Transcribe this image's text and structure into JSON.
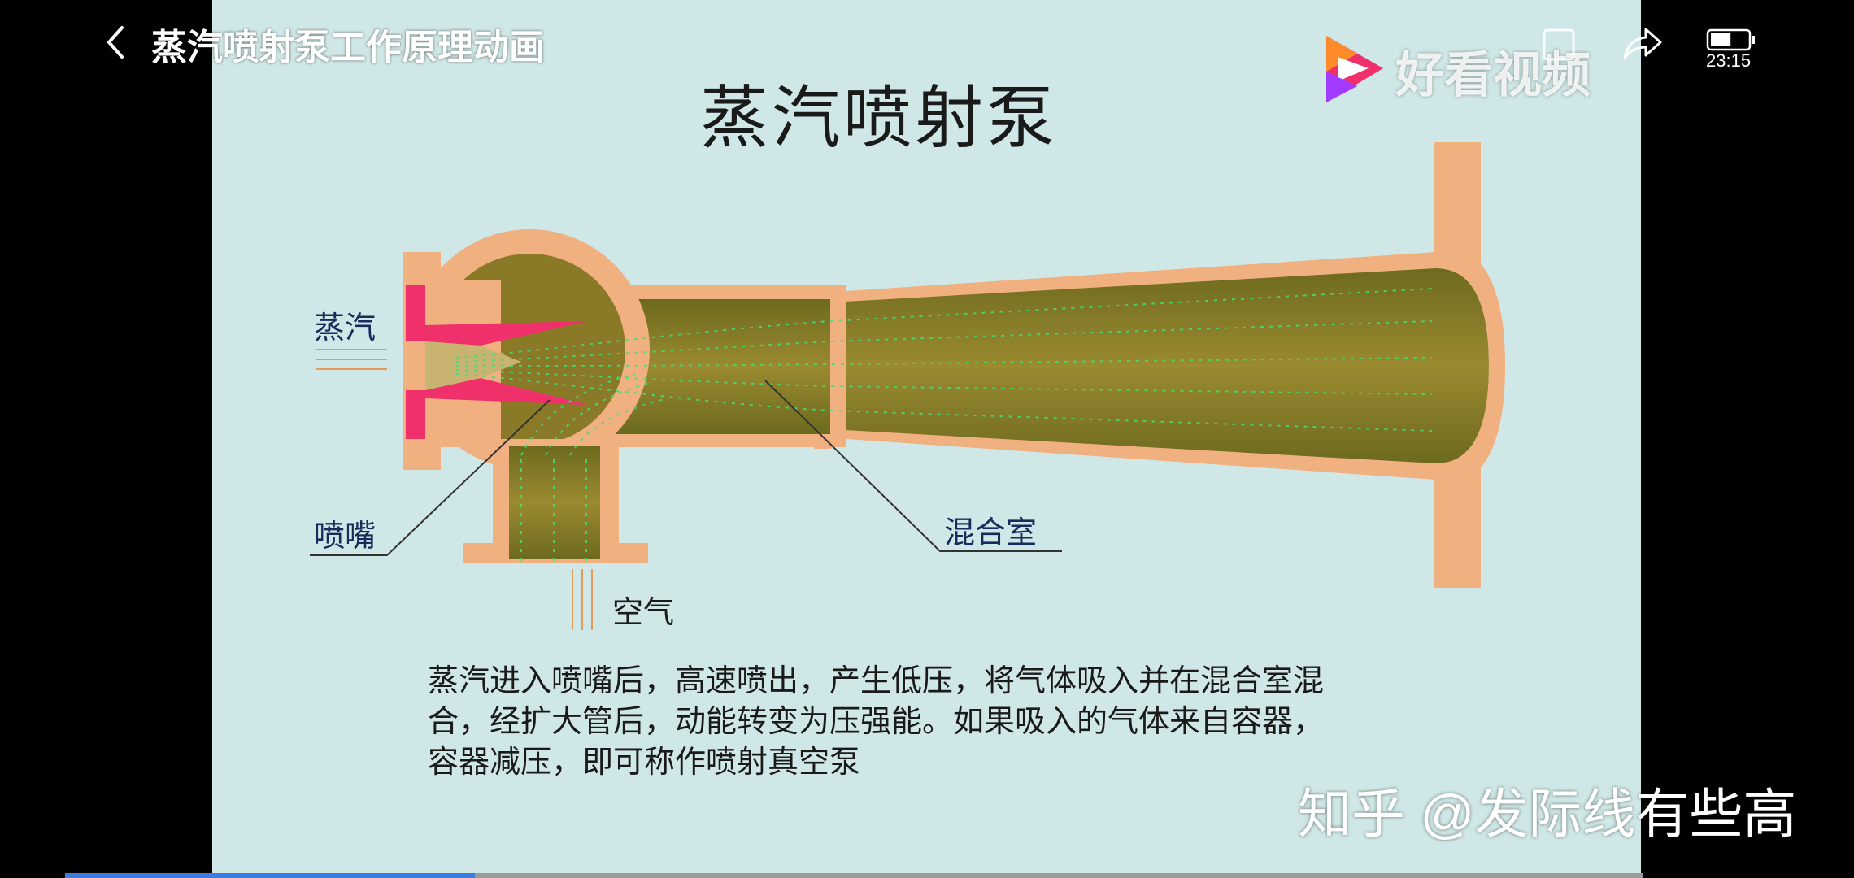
{
  "header": {
    "video_title": "蒸汽喷射泵工作原理动画",
    "clock": "23:15",
    "battery_level": 0.55
  },
  "watermarks": {
    "platform": "好看视频",
    "credit": "知乎 @发际线有些高"
  },
  "diagram": {
    "title": "蒸汽喷射泵",
    "labels": {
      "steam": "蒸汽",
      "nozzle": "喷嘴",
      "mixing_chamber": "混合室",
      "air": "空气"
    },
    "caption_lines": [
      "蒸汽进入喷嘴后，高速喷出，产生低压，将气体吸入并在混合室混",
      "合，经扩大管后，动能转变为压强能。如果吸入的气体来自容器，",
      "容器减压，即可称作喷射真空泵"
    ],
    "colors": {
      "background": "#cfe7e6",
      "casing": "#f0b080",
      "nozzle": "#f0306a",
      "flow": "#8a7a28",
      "streamlines": "#3ee07a"
    }
  },
  "player": {
    "progress": 0.26,
    "progress_color": "#3a7ce0"
  }
}
